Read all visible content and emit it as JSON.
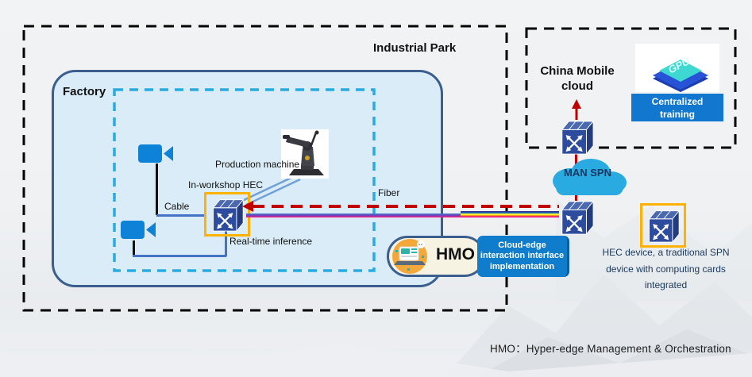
{
  "diagram": {
    "industrial_park_label": "Industrial Park",
    "factory_label": "Factory",
    "production_machine_label": "Production machine",
    "in_workshop_hec_label": "In-workshop HEC",
    "cable_label": "Cable",
    "real_time_inference_label": "Real-time inference",
    "fiber_label": "Fiber",
    "hmo_label": "HMO",
    "cloud_edge_label": "Cloud-edge\ninteraction interface\nimplementation",
    "china_mobile_cloud_label": "China Mobile\ncloud",
    "man_spn_label": "MAN SPN",
    "gpu_label": "GPU",
    "centralized_training_label": "Centralized\ntraining",
    "hec_device_description": "HEC device, a traditional SPN\ndevice with computing cards\nintegrated",
    "footnote": "HMO：Hyper-edge Management & Orchestration"
  },
  "colors": {
    "factory_fill": "#D9ECF7",
    "factory_border": "#3A5F8F",
    "inner_zone_dash": "#29ABE2",
    "park_dash": "#000000",
    "device_body": "#2E4C9E",
    "device_highlight_border": "#FFB300",
    "link_red": "#C00000",
    "cable_blue": "#4472C4",
    "man_spn_cloud": "#29ABE2",
    "label_navy": "#17375E",
    "cloud_edge_box": "#0F7DCB",
    "training_box": "#1277CE",
    "hmo_pill_fill": "#F6F3E3",
    "gpu_chip_top": "#3ED8D2",
    "gpu_chip_base": "#2853D6"
  },
  "icons": {
    "camera": "video-camera-icon",
    "router": "router-cube-icon",
    "robot": "robot-arm-icon",
    "gpu": "gpu-chip-icon",
    "hmo": "hmo-console-icon",
    "cloud": "cloud-shape-icon",
    "up_arrow": "red-up-arrow-icon",
    "left_arrow": "red-left-arrowhead-icon"
  }
}
